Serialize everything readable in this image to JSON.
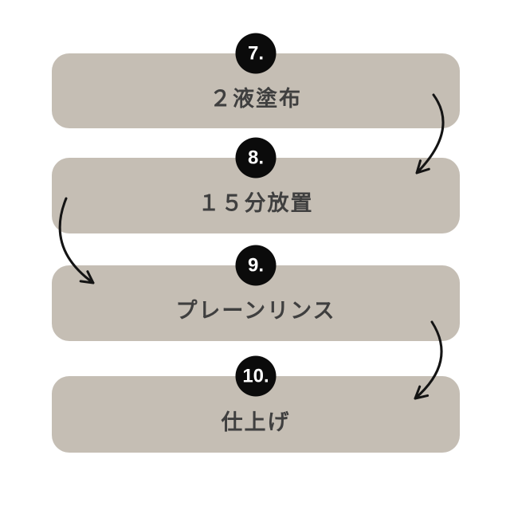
{
  "diagram": {
    "type": "process-flow",
    "language": "ja",
    "steps": [
      {
        "number": "7.",
        "title": "２液塗布"
      },
      {
        "number": "8.",
        "title": "１５分放置"
      },
      {
        "number": "9.",
        "title": "プレーンリンス"
      },
      {
        "number": "10.",
        "title": "仕上げ"
      }
    ],
    "arrows": [
      {
        "icon": "curved-arrow-down-left-icon",
        "from": "step-7",
        "to": "step-8",
        "side": "right"
      },
      {
        "icon": "curved-arrow-down-right-icon",
        "from": "step-8",
        "to": "step-9",
        "side": "left"
      },
      {
        "icon": "curved-arrow-down-left-icon",
        "from": "step-9",
        "to": "step-10",
        "side": "right"
      }
    ]
  },
  "colors": {
    "background": "#ffffff",
    "box_bg": "#c5beb4",
    "badge_bg": "#0b0b0b",
    "badge_text": "#ffffff",
    "label_text": "#3f3f3f",
    "arrow": "#141414"
  }
}
